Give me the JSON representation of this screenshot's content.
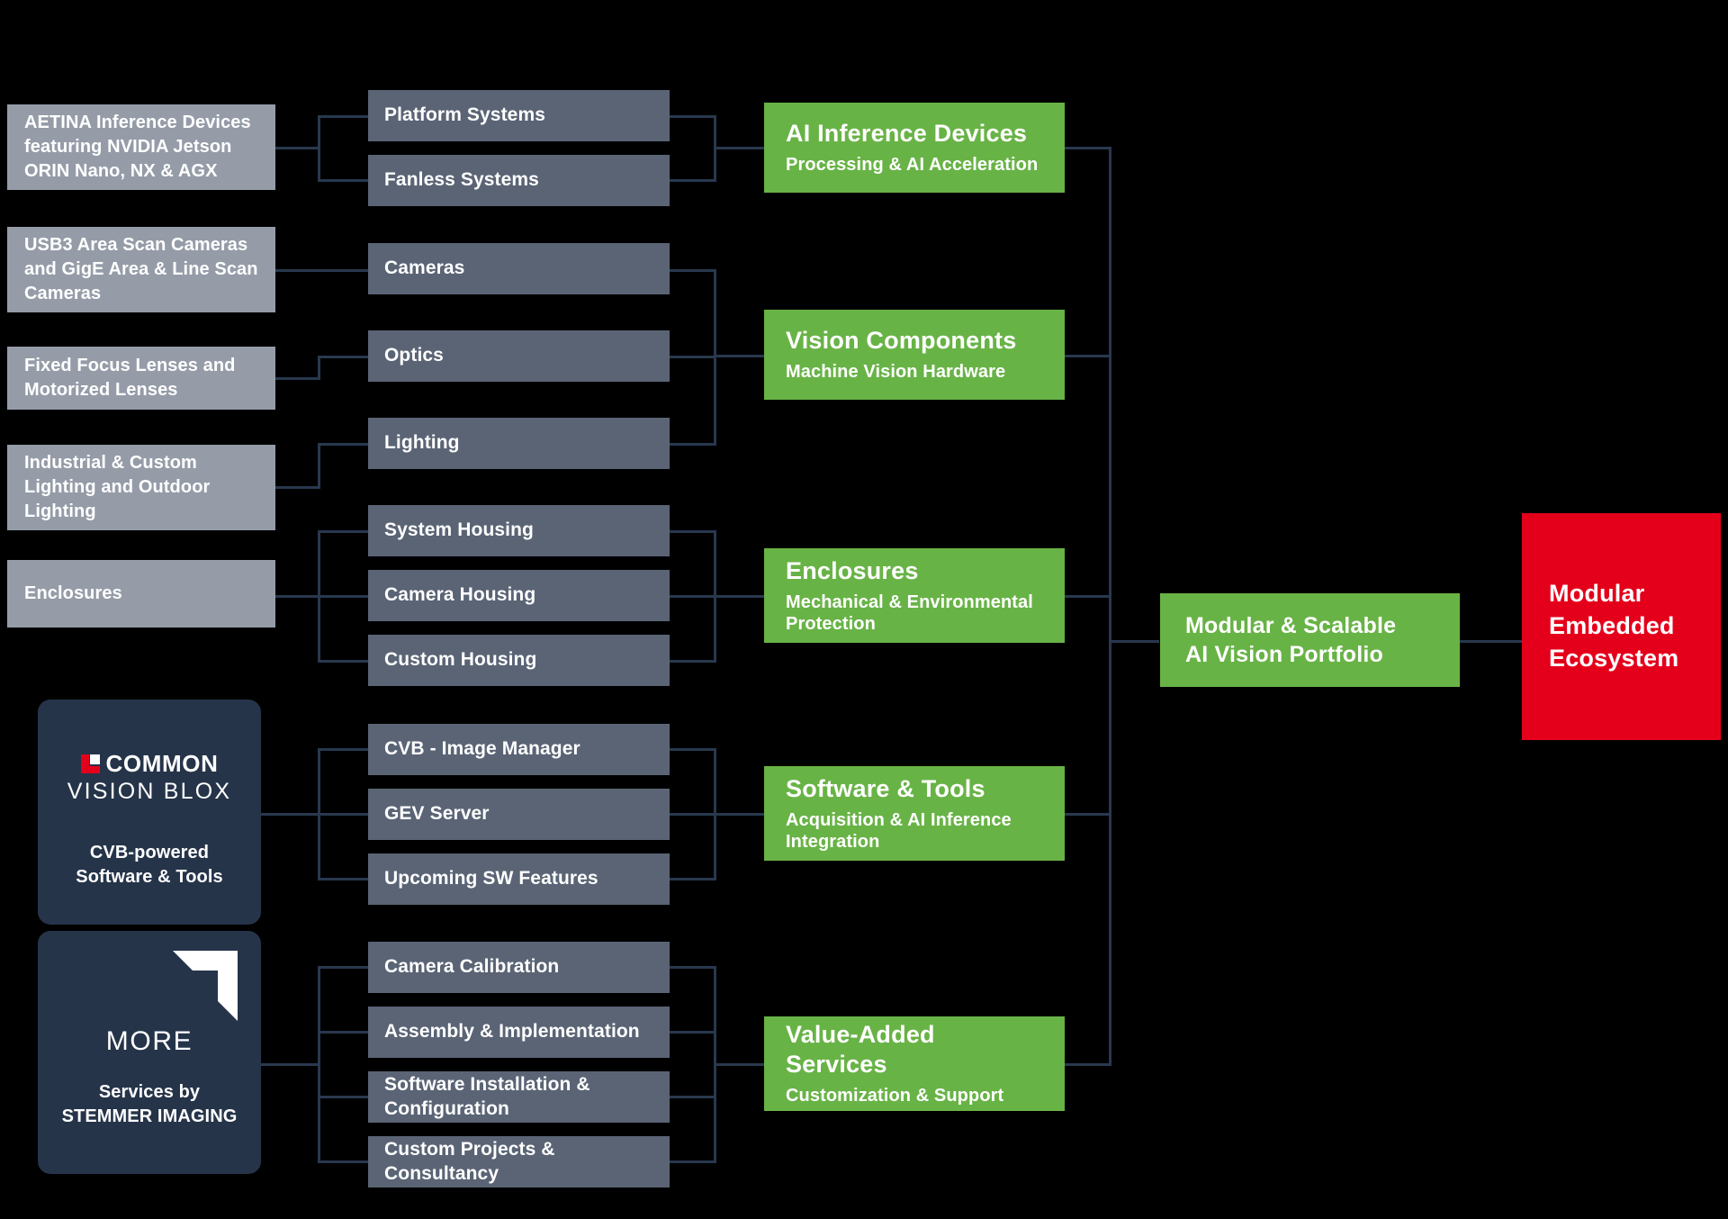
{
  "diagram": {
    "title": "Modular Embedded Ecosystem portfolio diagram",
    "colors": {
      "background": "#000000",
      "source_box": "#959CA8",
      "component_box": "#5A6475",
      "category_green": "#68B346",
      "ecosystem_red": "#E4001B",
      "brand_card": "#253449",
      "connector": "#28384E"
    }
  },
  "sources": [
    {
      "label": "AETINA Inference Devices featuring NVIDIA Jetson ORIN Nano, NX & AGX"
    },
    {
      "label": "USB3 Area Scan Cameras and GigE Area & Line Scan Cameras"
    },
    {
      "label": "Fixed Focus Lenses and Motorized Lenses"
    },
    {
      "label": "Industrial & Custom Lighting and Outdoor Lighting"
    },
    {
      "label": "Enclosures"
    }
  ],
  "brand_cards": [
    {
      "name": "common-vision-blox",
      "logo_line1": "COMMON",
      "logo_line2": "VISION BLOX",
      "caption": "CVB-powered\nSoftware & Tools",
      "caption_line1": "CVB-powered",
      "caption_line2": "Software & Tools"
    },
    {
      "name": "more-stemmer-imaging",
      "logo_word": "MORE",
      "caption_line1": "Services by",
      "caption_line2": "STEMMER IMAGING"
    }
  ],
  "components": [
    {
      "label": "Platform Systems"
    },
    {
      "label": "Fanless Systems"
    },
    {
      "label": "Cameras"
    },
    {
      "label": "Optics"
    },
    {
      "label": "Lighting"
    },
    {
      "label": "System Housing"
    },
    {
      "label": "Camera Housing"
    },
    {
      "label": "Custom Housing"
    },
    {
      "label": "CVB - Image Manager"
    },
    {
      "label": "GEV Server"
    },
    {
      "label": "Upcoming SW Features"
    },
    {
      "label": "Camera Calibration"
    },
    {
      "label": "Assembly & Implementation"
    },
    {
      "label": "Software Installation & Configuration"
    },
    {
      "label": "Custom Projects & Consultancy"
    }
  ],
  "categories": [
    {
      "title": "AI Inference Devices",
      "subtitle": "Processing & AI Acceleration"
    },
    {
      "title": "Vision Components",
      "subtitle": "Machine Vision Hardware"
    },
    {
      "title": "Enclosures",
      "subtitle": "Mechanical & Environmental Protection"
    },
    {
      "title": "Software & Tools",
      "subtitle": "Acquisition & AI Inference Integration"
    },
    {
      "title": "Value-Added Services",
      "subtitle": "Customization & Support"
    }
  ],
  "portfolio": {
    "line1": "Modular & Scalable",
    "line2": "AI Vision Portfolio"
  },
  "ecosystem": {
    "line1": "Modular",
    "line2": "Embedded",
    "line3": "Ecosystem"
  }
}
